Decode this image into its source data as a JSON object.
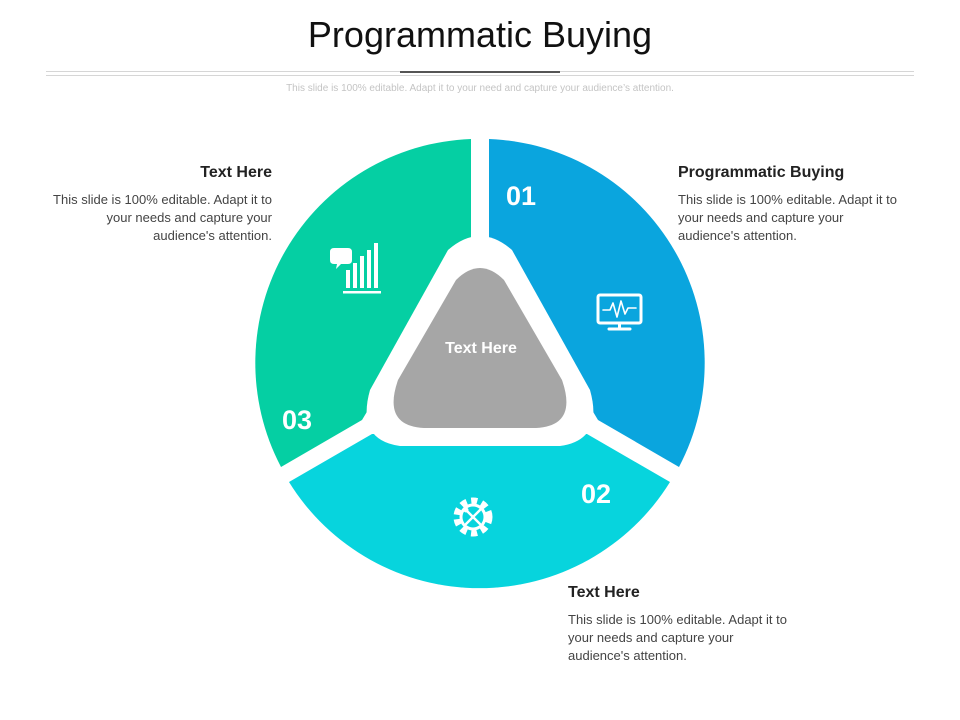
{
  "title": "Programmatic Buying",
  "subtitle": "This slide is 100% editable. Adapt it to your need and capture your audience’s attention.",
  "center": {
    "label": "Text Here",
    "color": "#a6a6a6"
  },
  "segments": [
    {
      "number": "01",
      "color": "#0aa5de",
      "icon": "monitor-pulse-icon"
    },
    {
      "number": "02",
      "color": "#07d4dd",
      "icon": "gear-tools-icon"
    },
    {
      "number": "03",
      "color": "#05cfa3",
      "icon": "chat-bar-chart-icon"
    }
  ],
  "blocks": [
    {
      "heading": "Programmatic Buying",
      "text": "This slide is 100% editable. Adapt it to your needs and capture your audience's attention."
    },
    {
      "heading": "Text Here",
      "text": "This slide is 100% editable. Adapt it to your needs and capture your audience's attention."
    },
    {
      "heading": "Text Here",
      "text": "This slide is 100% editable. Adapt it to your needs and capture your audience's attention."
    }
  ]
}
